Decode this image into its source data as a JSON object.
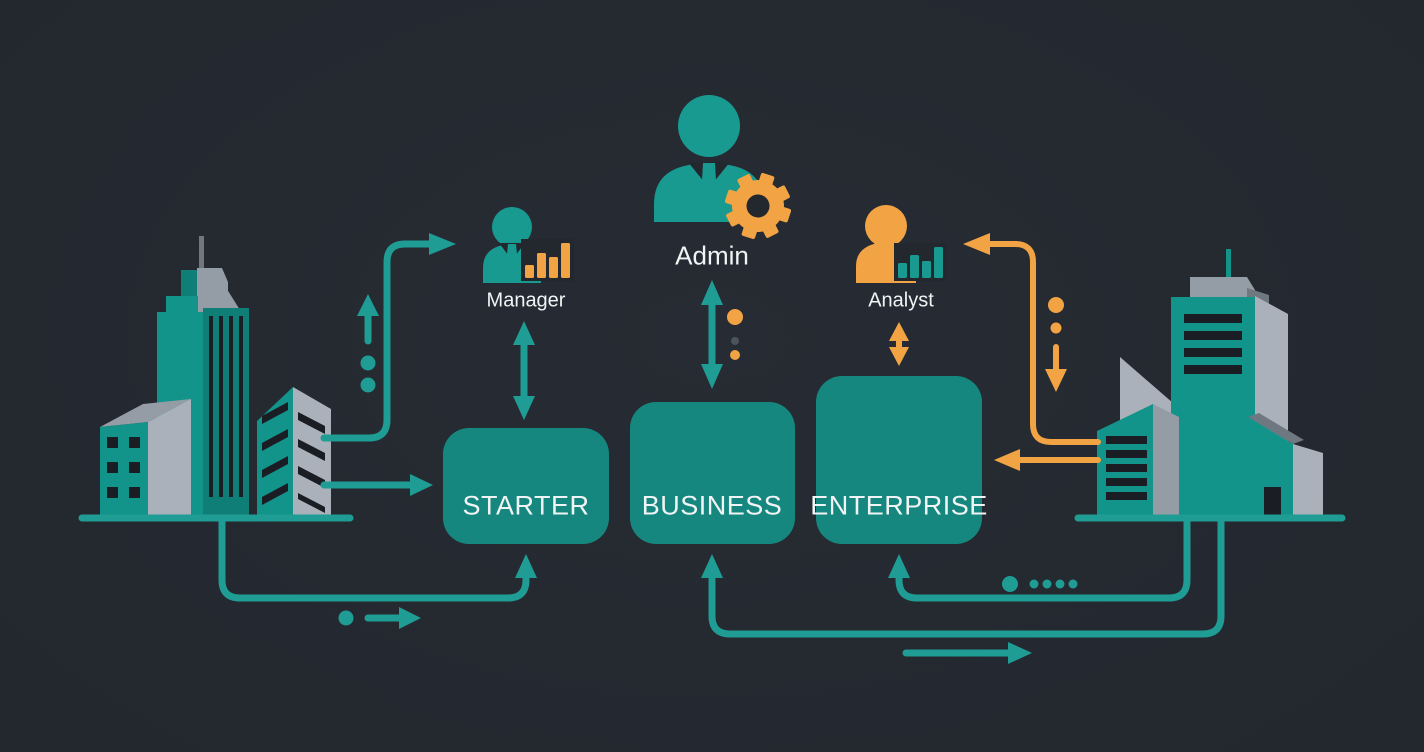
{
  "diagram_title": "plans-and-roles-city-diagram",
  "palette": {
    "background": "#23272e",
    "vignette": "#1b1f25",
    "teal_line": "#1f9c94",
    "teal_box": "#16877f",
    "teal_bld": "#13948b",
    "teal_deep": "#0e7e76",
    "teal_icon": "#189a91",
    "orange": "#f2a444",
    "gray_light": "#aab1ba",
    "gray_mid": "#949ca6",
    "gray_dark": "#6f7780",
    "window": "#1a1e24",
    "text": "#f0f4f4"
  },
  "plans": [
    {
      "id": "starter",
      "label": "STARTER"
    },
    {
      "id": "business",
      "label": "BUSINESS"
    },
    {
      "id": "enterprise",
      "label": "ENTERPRISE"
    }
  ],
  "actors": [
    {
      "id": "admin",
      "label": "Admin",
      "icon": "admin-person-gear-icon"
    },
    {
      "id": "manager",
      "label": "Manager",
      "icon": "manager-person-chart-icon"
    },
    {
      "id": "analyst",
      "label": "Analyst",
      "icon": "analyst-person-chart-icon"
    }
  ],
  "connections": [
    {
      "from": "city-left",
      "to": "manager",
      "color": "teal"
    },
    {
      "from": "city-left",
      "to": "starter",
      "color": "teal"
    },
    {
      "from": "city-left",
      "to": "starter-bottom",
      "color": "teal"
    },
    {
      "from": "manager",
      "to": "starter",
      "color": "teal",
      "bidirectional": true
    },
    {
      "from": "admin",
      "to": "business",
      "color": "teal",
      "bidirectional": true
    },
    {
      "from": "analyst",
      "to": "enterprise",
      "color": "orange",
      "bidirectional": true
    },
    {
      "from": "city-right",
      "to": "analyst",
      "color": "orange"
    },
    {
      "from": "city-right",
      "to": "enterprise-side",
      "color": "orange"
    },
    {
      "from": "city-right",
      "to": "enterprise-bottom",
      "color": "teal"
    },
    {
      "from": "city-right",
      "to": "business-bottom",
      "color": "teal"
    }
  ]
}
